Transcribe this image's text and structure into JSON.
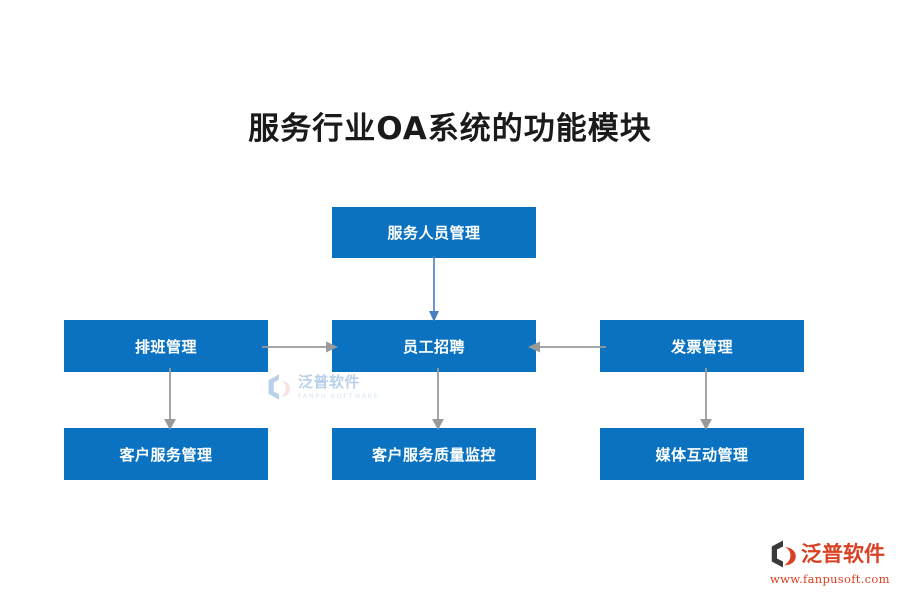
{
  "page": {
    "title": "服务行业OA系统的功能模块",
    "background_color": "#ffffff"
  },
  "theme": {
    "node_fill": "#0a72c0",
    "node_text": "#ffffff",
    "title_color": "#1a1a1a",
    "arrow_gray": "#9a9a9a",
    "arrow_blue": "#4a7fc1",
    "logo_color": "#d94124",
    "watermark_color": "#1769b6"
  },
  "diagram": {
    "type": "flowchart",
    "nodes": [
      {
        "id": "service-staff",
        "label": "服务人员管理",
        "row": "top",
        "column": "center"
      },
      {
        "id": "shift",
        "label": "排班管理",
        "row": "middle",
        "column": "left"
      },
      {
        "id": "recruit",
        "label": "员工招聘",
        "row": "middle",
        "column": "center"
      },
      {
        "id": "invoice",
        "label": "发票管理",
        "row": "middle",
        "column": "right"
      },
      {
        "id": "cs-manage",
        "label": "客户服务管理",
        "row": "bottom",
        "column": "left"
      },
      {
        "id": "cs-quality",
        "label": "客户服务质量监控",
        "row": "bottom",
        "column": "center"
      },
      {
        "id": "media",
        "label": "媒体互动管理",
        "row": "bottom",
        "column": "right"
      }
    ],
    "edges": [
      {
        "from": "service-staff",
        "to": "recruit",
        "direction": "down",
        "color": "#4a7fc1"
      },
      {
        "from": "shift",
        "to": "recruit",
        "direction": "right",
        "color": "#9a9a9a"
      },
      {
        "from": "invoice",
        "to": "recruit",
        "direction": "left",
        "color": "#9a9a9a"
      },
      {
        "from": "shift",
        "to": "cs-manage",
        "direction": "down",
        "color": "#9a9a9a"
      },
      {
        "from": "recruit",
        "to": "cs-quality",
        "direction": "down",
        "color": "#9a9a9a"
      },
      {
        "from": "invoice",
        "to": "media",
        "direction": "down",
        "color": "#9a9a9a"
      }
    ]
  },
  "watermark": {
    "brand_cn": "泛普软件",
    "brand_en": "FANPU SOFTWARE"
  },
  "logo": {
    "brand_cn": "泛普软件",
    "url": "www.fanpusoft.com"
  }
}
